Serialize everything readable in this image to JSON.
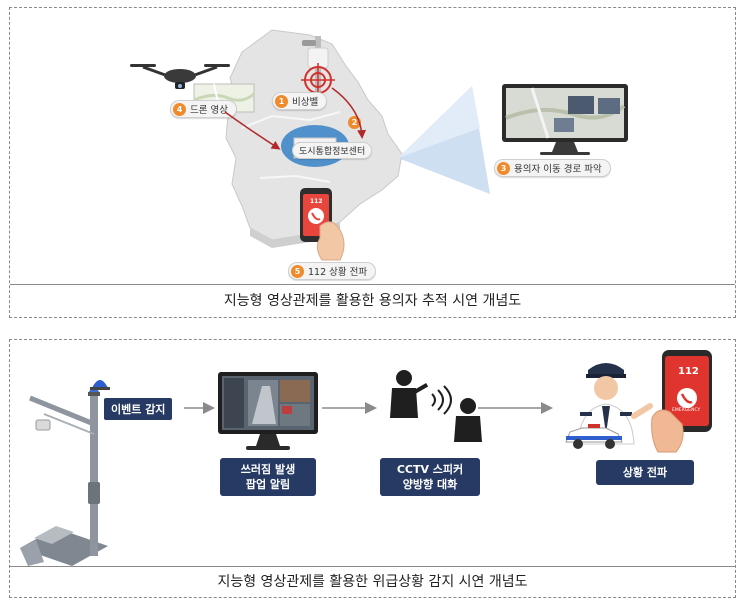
{
  "top_diagram": {
    "caption": "지능형 영상관제를 활용한 용의자 추적 시연 개념도",
    "steps": [
      {
        "num": "1",
        "label": "비상벨"
      },
      {
        "num": "2",
        "label": ""
      },
      {
        "num": "3",
        "label": "용의자 이동 경로 파악"
      },
      {
        "num": "4",
        "label": "드론 영상"
      },
      {
        "num": "5",
        "label": "112 상황 전파"
      }
    ],
    "center_label": "도시통합정보센터",
    "phone_text": "112"
  },
  "bottom_diagram": {
    "caption": "지능형 영상관제를 활용한 위급상황 감지 시연 개념도",
    "event_label": "이벤트 감지",
    "boxes": {
      "popup": [
        "쓰러짐 발생",
        "팝업 알림"
      ],
      "speaker": [
        "CCTV 스피커",
        "양방향 대화"
      ],
      "broadcast": [
        "상황 전파"
      ]
    },
    "phone_text": "112",
    "phone_subtext": "EMERGENCY"
  },
  "colors": {
    "navy": "#263a63",
    "orange_badge": "#f08a2a",
    "alert_red": "#d0312d",
    "map_gray": "#e3e3e3"
  }
}
